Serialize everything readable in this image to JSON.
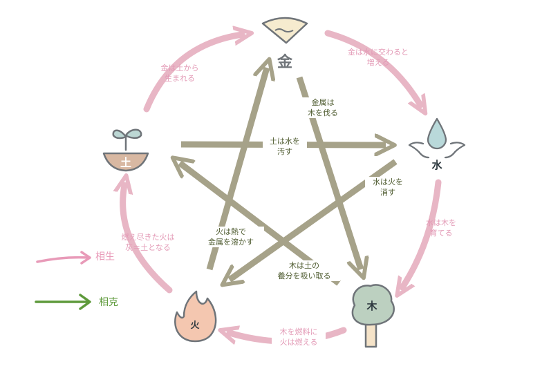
{
  "colors": {
    "generating_arrow": "#e8b6c5",
    "overcoming_arrow": "#a6a289",
    "legend_generating": "#e89ab8",
    "legend_overcoming": "#5e9a3b",
    "generating_text": "#e39ab6",
    "overcoming_text": "#4d5a2e",
    "icon_outline": "#6f7479"
  },
  "elements": {
    "metal": {
      "label": "金"
    },
    "water": {
      "label": "水"
    },
    "wood": {
      "label": "木"
    },
    "fire": {
      "label": "火"
    },
    "earth": {
      "label": "土"
    }
  },
  "generating": {
    "metal_water": "金は水に交わると\n増える",
    "water_wood": "水は木を\n育てる",
    "wood_fire": "木を燃料に\n火は燃える",
    "fire_earth": "燃え尽きた火は\n灰＝土となる",
    "earth_metal": "金は土から\n生まれる"
  },
  "overcoming": {
    "metal_wood": "金属は\n木を伐る",
    "earth_water": "土は水を\n汚す",
    "water_fire": "水は火を\n消す",
    "fire_metal": "火は熱で\n金属を溶かす",
    "wood_earth": "木は土の\n養分を吸い取る"
  },
  "legend": {
    "generating": "相生",
    "overcoming": "相克"
  }
}
